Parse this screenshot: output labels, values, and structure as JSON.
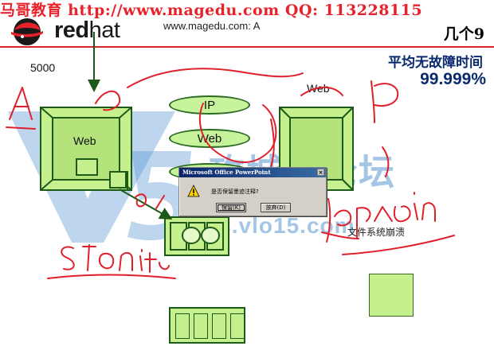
{
  "watermark_top": "马哥教育 http://www.magedu.com QQ: 113228115",
  "brand": {
    "name_bold": "red",
    "name_light": "hat"
  },
  "site_label": "www.magedu.com: A",
  "slide_title": "几个9",
  "mtbf": {
    "title": "平均无故障时间",
    "value": "99.999%"
  },
  "labels": {
    "connections": "5000",
    "web_right": "Web",
    "web_left": "Web",
    "filesystem_crash": "文件系统崩溃"
  },
  "ovals": {
    "ip": "IP",
    "web": "Web"
  },
  "dialog": {
    "title": "Microsoft Office PowerPoint",
    "message": "是否保留墨迹注释?",
    "save_button": "保留(K)",
    "discard_button": "放弃(D)",
    "close_glyph": "×"
  },
  "site_watermark": {
    "text": "攻城狮论坛",
    "url": "bbs.vlo15.com"
  },
  "colors": {
    "brand_red": "#e8222a",
    "box_fill": "#c6ef8e",
    "box_border": "#1d5a19",
    "ink_red": "#e0202a",
    "mtbf_blue": "#0a2a6e",
    "dialog_face": "#d4d0c8"
  },
  "icons": [
    "redhat-shadowman-icon",
    "warning-icon",
    "close-icon"
  ]
}
